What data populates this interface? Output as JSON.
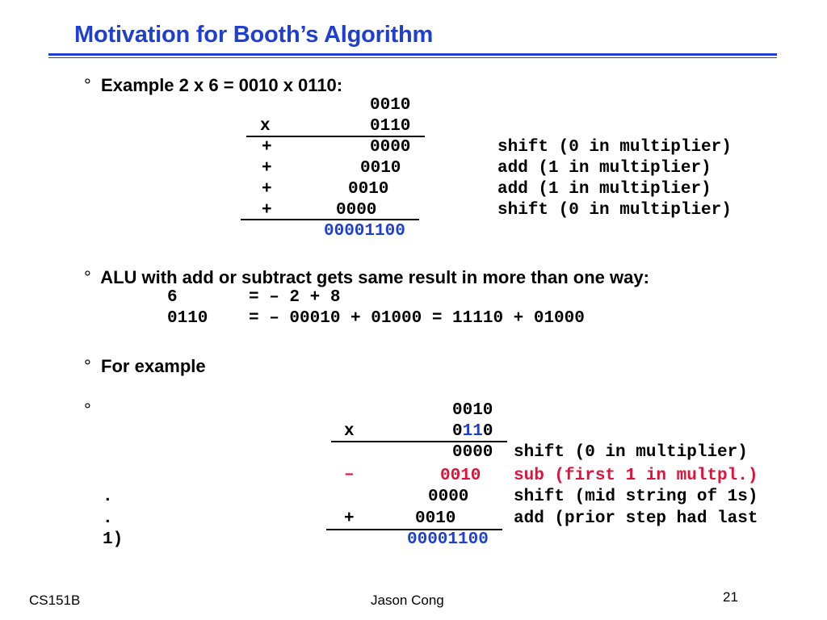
{
  "slide": {
    "title": "Motivation for Booth’s Algorithm",
    "bullet_mark": "°",
    "bullet1": "Example 2 x 6 = 0010 x 0110:",
    "ex1": {
      "multiplicand": "0010",
      "times_sign": "x",
      "multiplier": "0110",
      "rows": [
        {
          "sign": "+",
          "value": "0000",
          "note": "shift (0 in multiplier)"
        },
        {
          "sign": "+",
          "value": "0010",
          "note": "add (1 in multiplier)"
        },
        {
          "sign": "+",
          "value": "0010",
          "note": "add (1 in multiplier)"
        },
        {
          "sign": "+",
          "value": "0000",
          "note": "shift (0 in multiplier)"
        }
      ],
      "result": "00001100"
    },
    "bullet2": "ALU with add or subtract gets same result in more than one way:",
    "alu": {
      "line1_left": "6",
      "line1_right": "= – 2 + 8",
      "line2_left": "0110",
      "line2_right": "= – 00010 + 01000 = 11110 + 01000"
    },
    "bullet3": "For example",
    "ex2": {
      "multiplicand": "0010",
      "times_sign": "x",
      "multiplier_pre": "0",
      "multiplier_mid": "11",
      "multiplier_post": "0",
      "row1": {
        "value": "0000",
        "note": "shift (0 in multiplier)"
      },
      "row2": {
        "sign": "–",
        "value": "0010",
        "note": "sub (first 1 in multpl.)"
      },
      "row3": {
        "prefix": ".",
        "value": "0000",
        "note": "shift (mid string of 1s)"
      },
      "row4": {
        "prefix": ".",
        "sign": "+",
        "value": "0010",
        "note": "add (prior step had last"
      },
      "row5_prefix": "1)",
      "result": "00001100"
    },
    "footer": {
      "left": "CS151B",
      "center": "Jason Cong",
      "page": "21"
    },
    "colors": {
      "accent": "#1f3fd1",
      "highlight": "#e0123a"
    }
  }
}
